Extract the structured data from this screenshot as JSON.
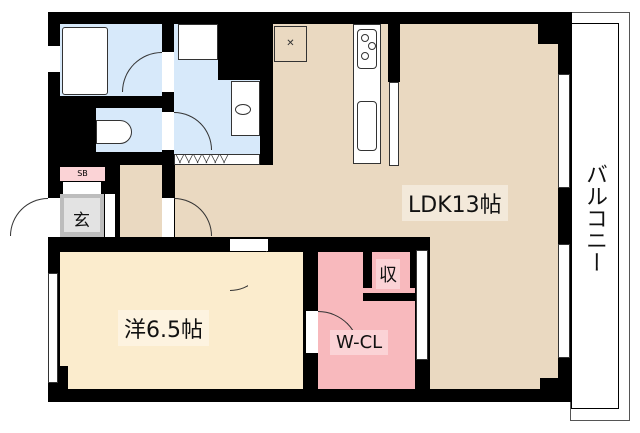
{
  "floorplan": {
    "rooms": {
      "ldk": {
        "label": "LDK13帖",
        "color": "#ead9c1"
      },
      "western_room": {
        "label": "洋6.5帖",
        "color": "#fbeccd"
      },
      "walk_in_closet": {
        "label": "W-CL",
        "color": "#f8b9bd"
      },
      "storage": {
        "label": "収",
        "color": "#f8b9bd"
      },
      "entrance": {
        "label": "玄"
      },
      "shoe_box": {
        "label": "SB"
      },
      "balcony": {
        "label": "バルコニー"
      },
      "wet_area_color": "#d7e9fa"
    },
    "wall_color": "#000000"
  }
}
